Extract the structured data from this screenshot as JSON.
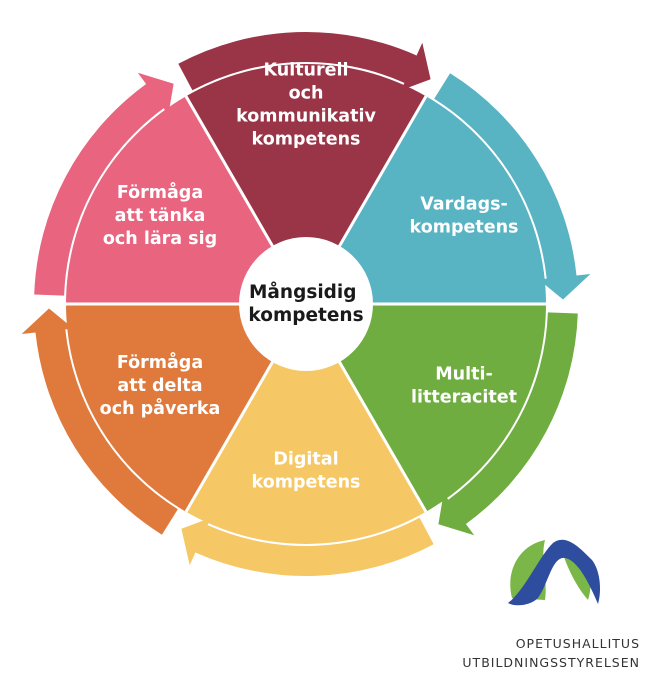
{
  "center": {
    "lines": [
      "Mångsidig",
      "kompetens"
    ]
  },
  "segments": [
    {
      "id": "kulturell",
      "lines": [
        "Kulturell",
        "och",
        "kommunikativ",
        "kompetens"
      ],
      "color": "#9a3447"
    },
    {
      "id": "vardags",
      "lines": [
        "Vardags-",
        "kompetens"
      ],
      "color": "#58b3c2"
    },
    {
      "id": "multi",
      "lines": [
        "Multi-",
        "litteracitet"
      ],
      "color": "#6fad40"
    },
    {
      "id": "digital",
      "lines": [
        "Digital",
        "kompetens"
      ],
      "color": "#f5c865"
    },
    {
      "id": "delta",
      "lines": [
        "Förmåga",
        "att delta",
        "och påverka"
      ],
      "color": "#e07a3c"
    },
    {
      "id": "tanka",
      "lines": [
        "Förmåga",
        "att tänka",
        "och lära sig"
      ],
      "color": "#e8647f"
    }
  ],
  "logo": {
    "line1": "OPETUSHALLITUS",
    "line2": "UTBILDNINGSSTYRELSEN"
  }
}
